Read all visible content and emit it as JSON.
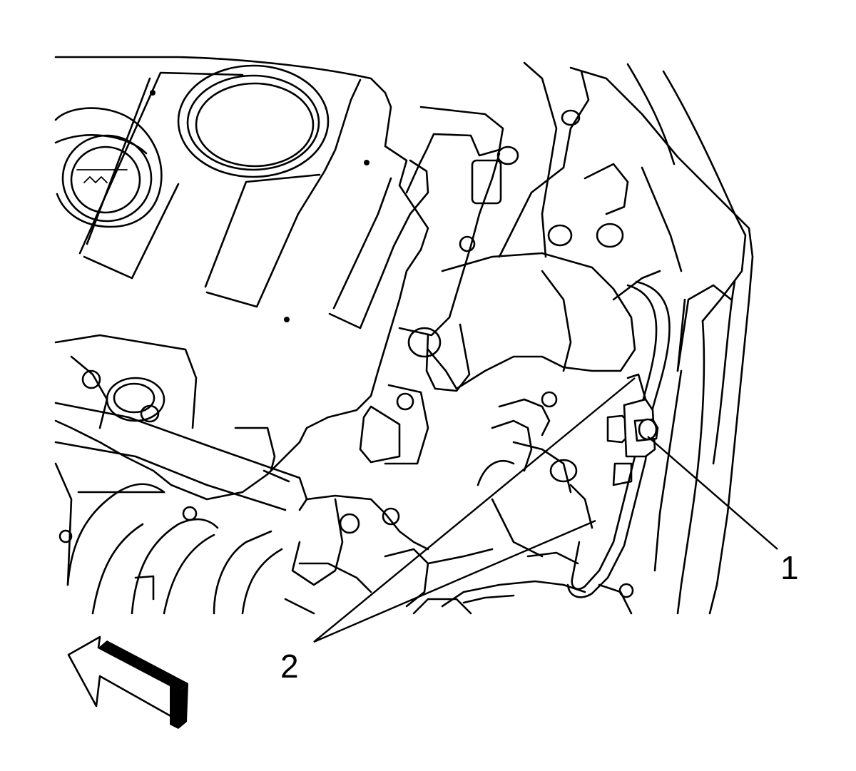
{
  "figure": {
    "callouts": [
      {
        "id": "1",
        "label": "1"
      },
      {
        "id": "2",
        "label": "2"
      }
    ],
    "ink_color": "#000000",
    "background_color": "#ffffff"
  }
}
